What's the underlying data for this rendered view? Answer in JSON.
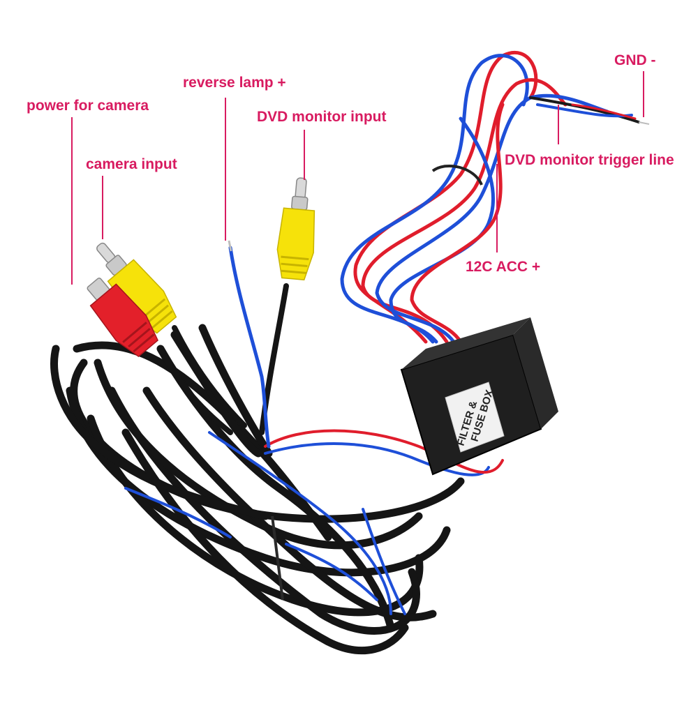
{
  "colors": {
    "label_text": "#d81b60",
    "leader_line": "#d81b60",
    "cable_black": "#151515",
    "wire_blue": "#1e4fd8",
    "wire_red": "#e01d2c",
    "plug_yellow": "#f6e20a",
    "plug_red": "#e3202a",
    "metal": "#cfcfcf",
    "box_black": "#1f1f1f",
    "sticker": "#f1f1f1"
  },
  "labels": {
    "power_for_camera": "power for camera",
    "camera_input": "camera input",
    "reverse_lamp": "reverse lamp +",
    "dvd_monitor_input": "DVD monitor input",
    "gnd": "GND -",
    "dvd_monitor_trigger_line": "DVD monitor trigger line",
    "acc_12c": "12C ACC +"
  },
  "fuse_box": {
    "line1": "FILTER &",
    "line2": "FUSE BOX"
  }
}
